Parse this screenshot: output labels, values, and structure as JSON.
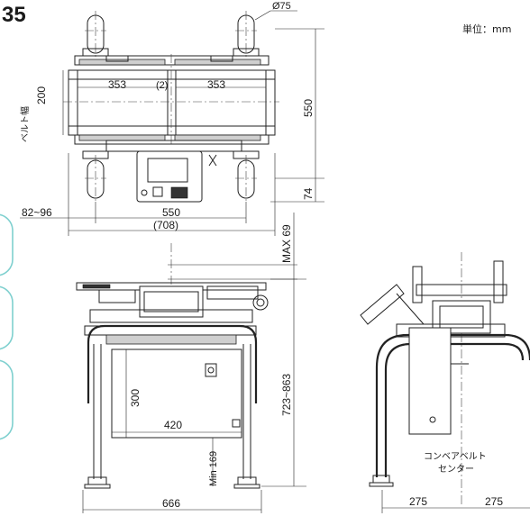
{
  "page": {
    "model_number_fragment": "35",
    "unit_label": "単位：mm"
  },
  "top_view": {
    "diameter_label": "Ø75",
    "belt_width_label": "ベルト幅",
    "belt_width_value": "200",
    "belt_left_length": "353",
    "belt_gap": "(2)",
    "belt_right_length": "353",
    "frame_depth": "550",
    "foot_offset": "74",
    "adjust_range": "82~96",
    "frame_width": "550",
    "overall_width": "(708)"
  },
  "front_view": {
    "max_height": "MAX 69",
    "box_height": "300",
    "box_width": "420",
    "height_range": "723~863",
    "min_clearance": "Min 169",
    "base_width": "666"
  },
  "side_view": {
    "center_label_line1": "コンベアベルト",
    "center_label_line2": "センター",
    "left_half": "275",
    "right_half": "275"
  },
  "accents": {
    "title_blue": "#1d4f9c",
    "rounded_tab": "#7fd0cf"
  }
}
